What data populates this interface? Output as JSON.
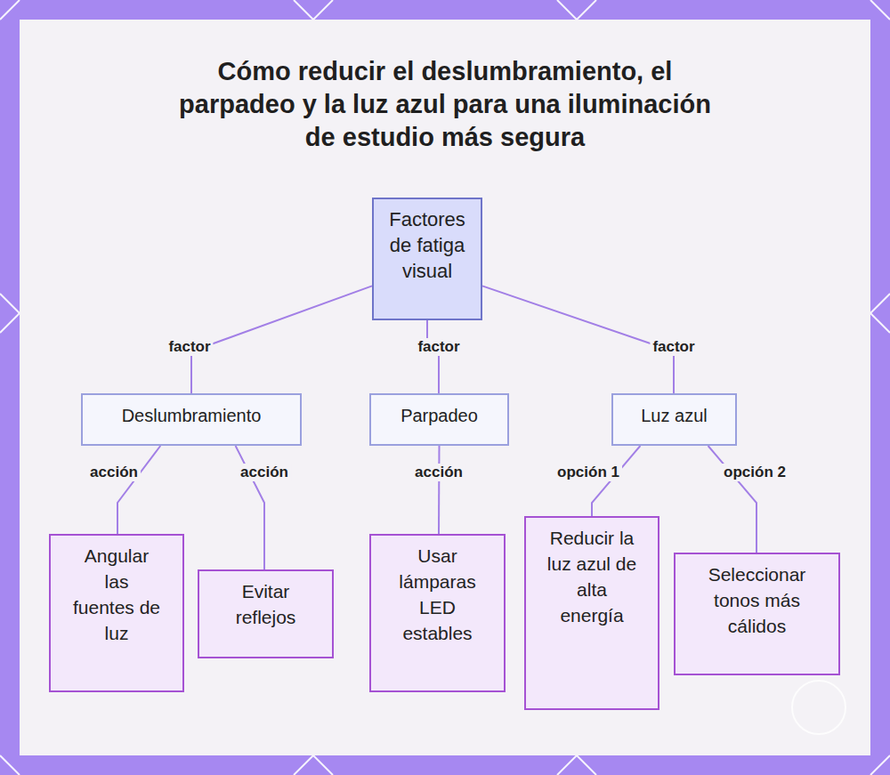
{
  "diagram": {
    "title": "Cómo reducir el deslumbramiento, el parpadeo y la luz azul para una iluminación de estudio más segura",
    "nodes": [
      {
        "text": [
          "Factores de fatiga visual"
        ]
      },
      {
        "text": [
          "Deslumbramiento"
        ]
      },
      {
        "text": [
          "Parpadeo"
        ]
      },
      {
        "text": [
          "Luz azul"
        ]
      },
      {
        "text": [
          "Angular las fuentes de luz"
        ]
      },
      {
        "text": [
          "Evitar reflejos"
        ]
      },
      {
        "text": [
          "Usar lámparas LED estables"
        ]
      },
      {
        "text": [
          "Reducir la luz azul de alta energía"
        ]
      },
      {
        "text": [
          "Seleccionar tonos más cálidos"
        ]
      }
    ],
    "edges": [
      {
        "from": 0,
        "to": 1,
        "label": "factor",
        "arrow": "none"
      },
      {
        "from": 0,
        "to": 2,
        "label": "factor",
        "arrow": "none"
      },
      {
        "from": 0,
        "to": 3,
        "label": "factor",
        "arrow": "none"
      },
      {
        "from": 1,
        "to": 4,
        "label": "acción",
        "arrow": "none"
      },
      {
        "from": 1,
        "to": 5,
        "label": "acción",
        "arrow": "none"
      },
      {
        "from": 2,
        "to": 6,
        "label": "acción",
        "arrow": "none"
      },
      {
        "from": 3,
        "to": 7,
        "label": "opción 1",
        "arrow": "none"
      },
      {
        "from": 3,
        "to": 8,
        "label": "opción 2",
        "arrow": "none"
      }
    ]
  }
}
